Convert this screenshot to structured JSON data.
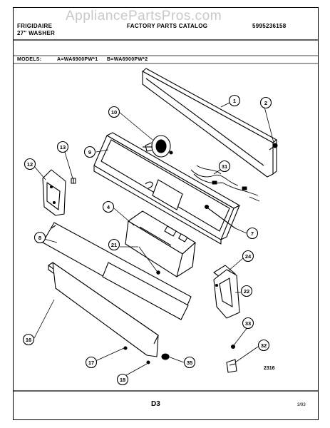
{
  "watermark": "AppliancePartsPros.com",
  "header": {
    "brand": "FRIGIDAIRE",
    "product": "27\" WASHER",
    "catalog_title": "FACTORY PARTS CATALOG",
    "publication_number": "5995236158"
  },
  "models": {
    "label": "MODELS:",
    "model_a": "A=WA6900PW*1",
    "model_b": "B=WA6900PW*2"
  },
  "callouts": [
    "1",
    "2",
    "10",
    "31",
    "9",
    "13",
    "12",
    "4",
    "7",
    "8",
    "21",
    "24",
    "22",
    "16",
    "33",
    "32",
    "17",
    "35",
    "18"
  ],
  "figure_code": "2316",
  "footer": {
    "page": "D3",
    "date": "3/93"
  }
}
